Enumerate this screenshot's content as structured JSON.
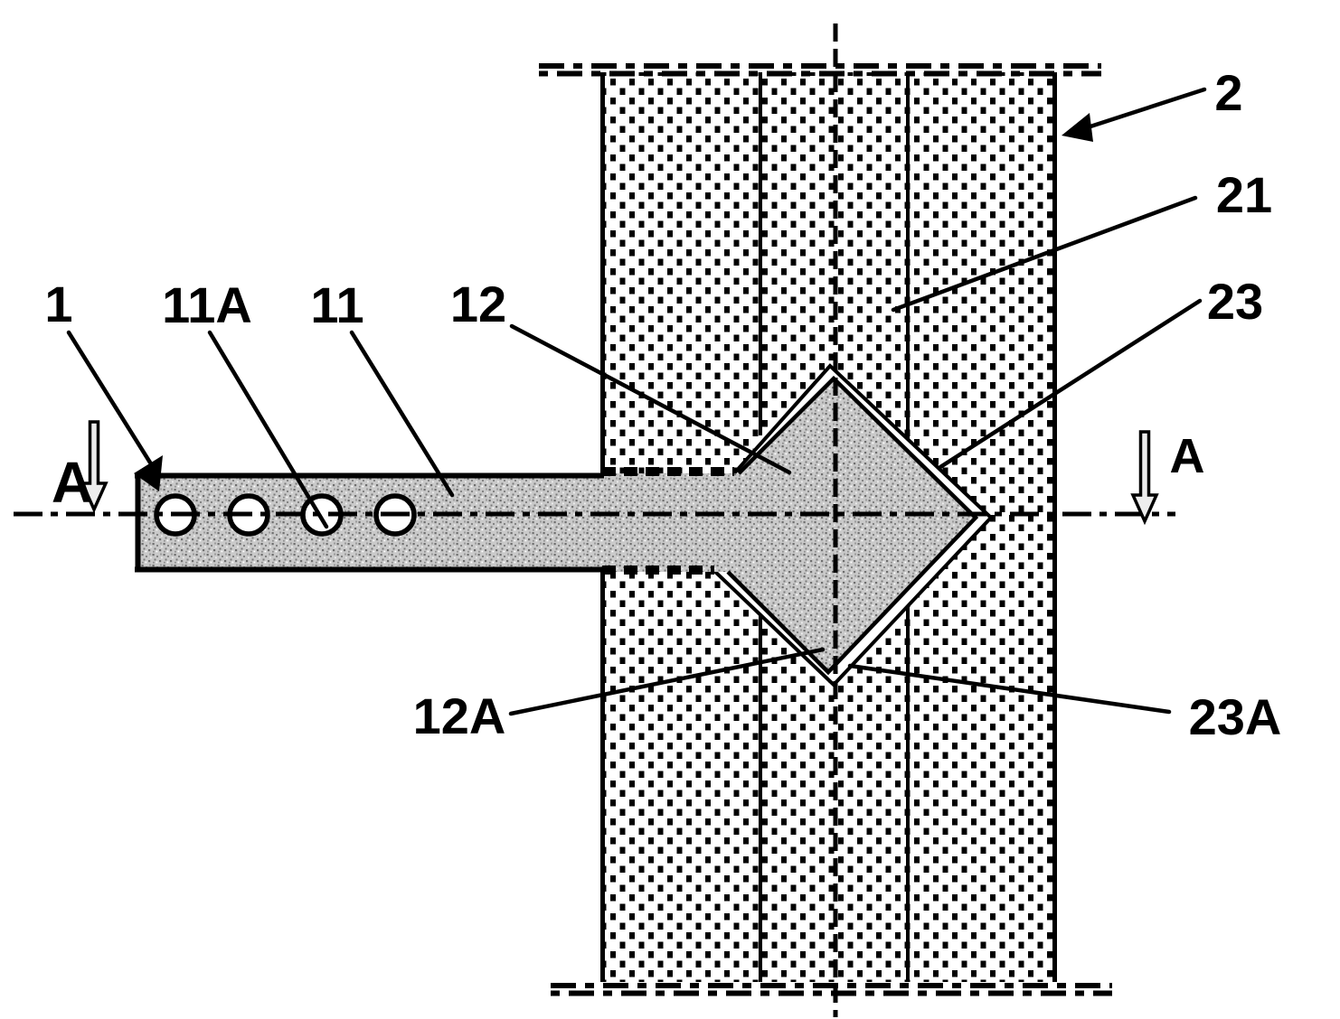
{
  "figure": {
    "kind": "patent-style technical drawing",
    "description": "Plan view of a bracket arm (1) with bolt holes (11A) and a diamond-shaped head (12) engaged in a diamond socket (23) of a stippled post (2); section line A-A through the horizontal centerline",
    "labels": {
      "bracket": "1",
      "holes": "11A",
      "arm": "11",
      "head": "12",
      "head_tip": "12A",
      "post": "2",
      "post_body": "21",
      "socket": "23",
      "socket_tip": "23A",
      "section_left": "A",
      "section_right": "A"
    },
    "colors": {
      "ink": "#000000",
      "background": "#ffffff",
      "bar_gray": "#c9c9c9",
      "speckle_dark": "#6f6f6f",
      "section_arrow_fill": "#ededed"
    },
    "hole_count": 4
  }
}
